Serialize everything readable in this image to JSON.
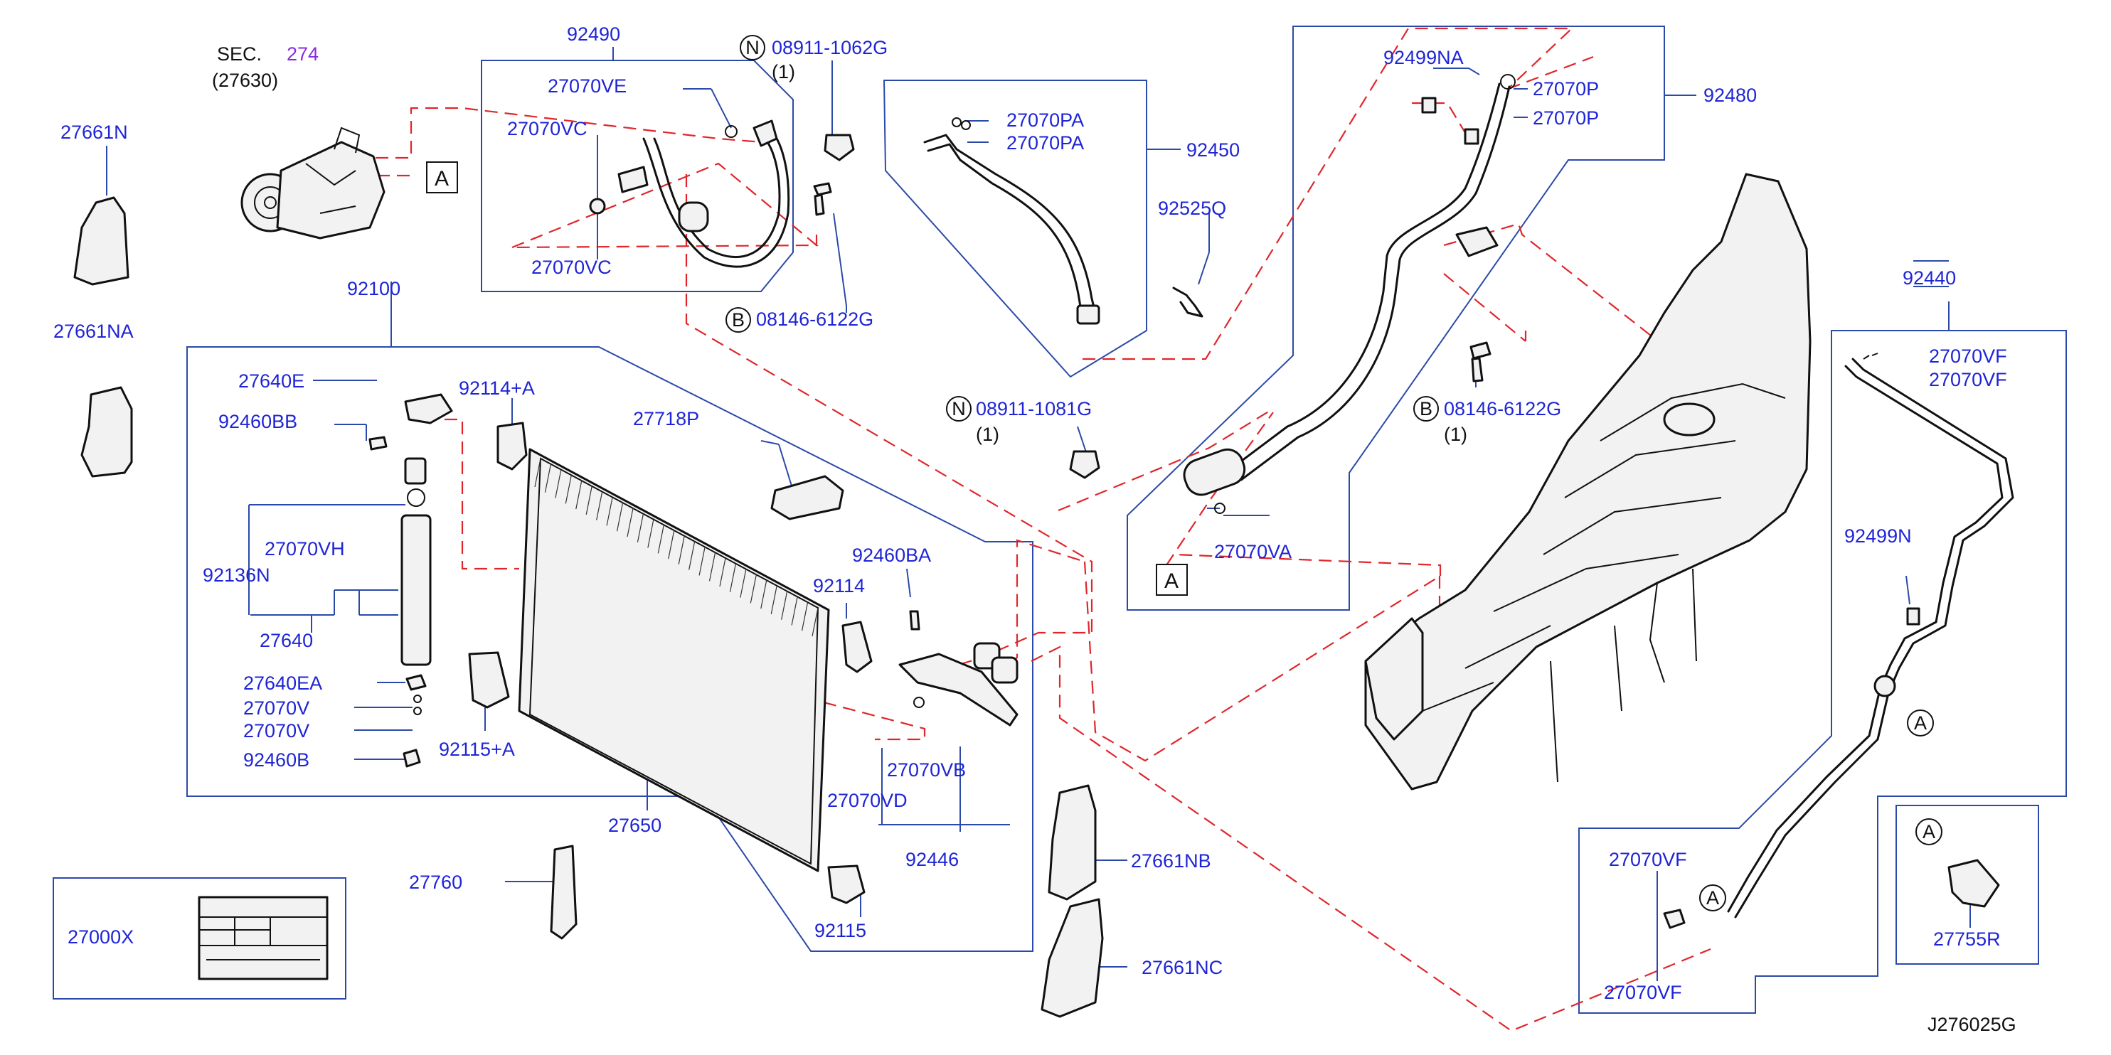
{
  "sec": {
    "label": "SEC.",
    "number": "274",
    "part": "(27630)"
  },
  "markers": {
    "n": "N",
    "b": "B",
    "a": "A"
  },
  "qty": "(1)",
  "parts": {
    "p27661N": "27661N",
    "p27661NA": "27661NA",
    "p92490": "92490",
    "p08911_1062G": "08911-1062G",
    "p27070VE": "27070VE",
    "p27070VC_a": "27070VC",
    "p27070VC_b": "27070VC",
    "p08146_6122G_a": "08146-6122G",
    "p27070PA_a": "27070PA",
    "p27070PA_b": "27070PA",
    "p92450": "92450",
    "p92525Q": "92525Q",
    "p08911_1081G": "08911-1081G",
    "p92499NA": "92499NA",
    "p27070P_a": "27070P",
    "p27070P_b": "27070P",
    "p92480": "92480",
    "p08146_6122G_b": "08146-6122G",
    "p27070VA": "27070VA",
    "p92100": "92100",
    "p27640E": "27640E",
    "p92114A": "92114+A",
    "p92460BB": "92460BB",
    "p27718P": "27718P",
    "p27070VH": "27070VH",
    "p92136N": "92136N",
    "p27640": "27640",
    "p92460BA": "92460BA",
    "p92114": "92114",
    "p27640EA": "27640EA",
    "p27070V_a": "27070V",
    "p27070V_b": "27070V",
    "p92460B": "92460B",
    "p92115A": "92115+A",
    "p27070VB": "27070VB",
    "p27070VD": "27070VD",
    "p27650": "27650",
    "p92446": "92446",
    "p27661NB": "27661NB",
    "p27760": "27760",
    "p92115": "92115",
    "p27000X": "27000X",
    "p27661NC": "27661NC",
    "p92440": "92440",
    "p27070VF_a": "27070VF",
    "p27070VF_b": "27070VF",
    "p92499N": "92499N",
    "p27070VF_c": "27070VF",
    "p27070VF_d": "27070VF",
    "p27755R": "27755R"
  },
  "diagram_id": "J276025G"
}
